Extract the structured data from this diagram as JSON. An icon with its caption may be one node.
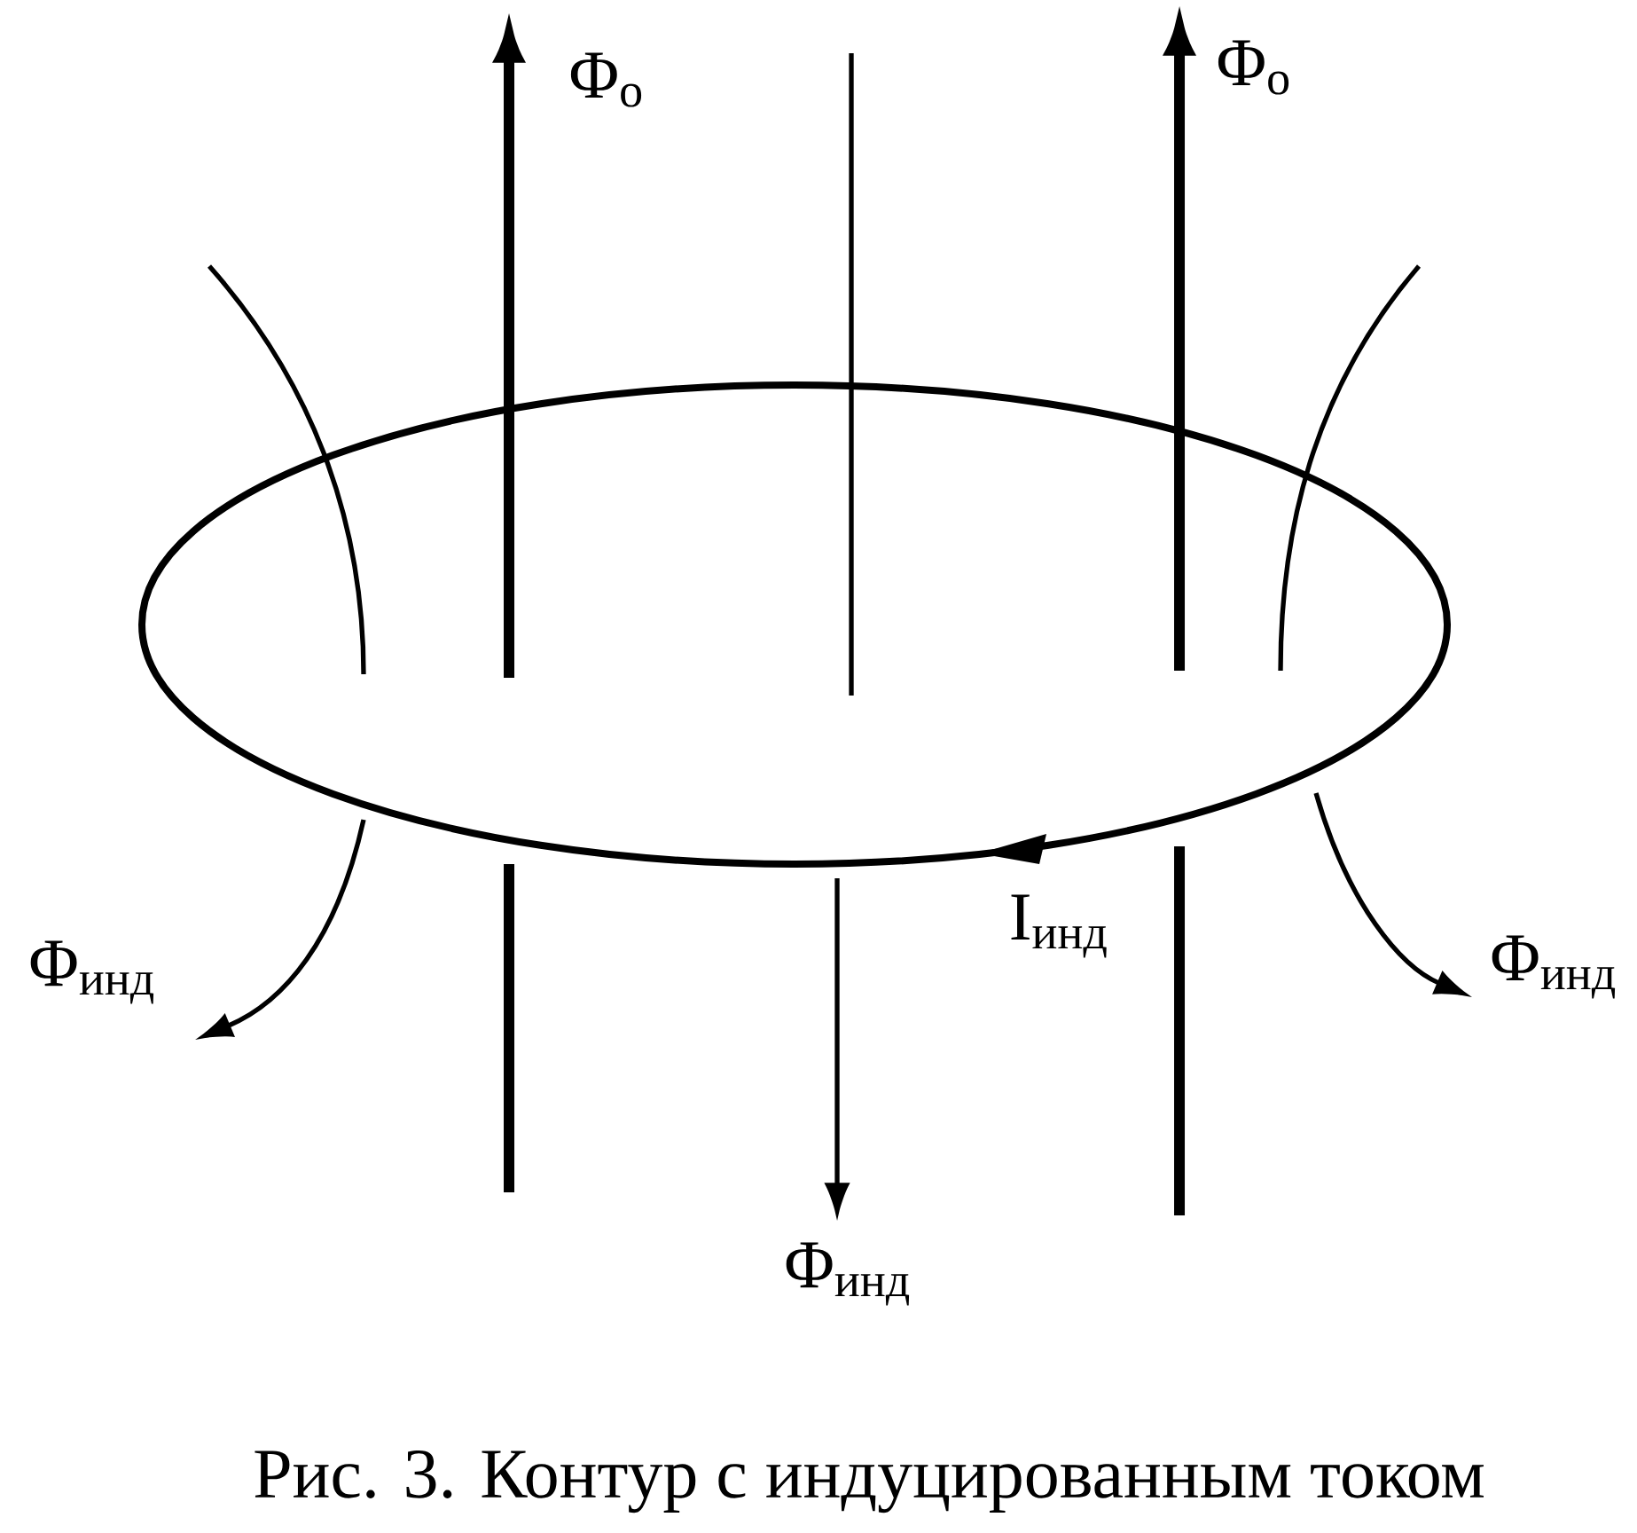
{
  "diagram": {
    "caption": "Рис. 3. Контур с индуцированным током",
    "labels": [
      "Φ$_{о}$",
      "Φ$_{о}$",
      "Φ$_{инд}$",
      "I$_{инд}$",
      "Φ$_{инд}$",
      "Φ$_{инд}$"
    ]
  }
}
